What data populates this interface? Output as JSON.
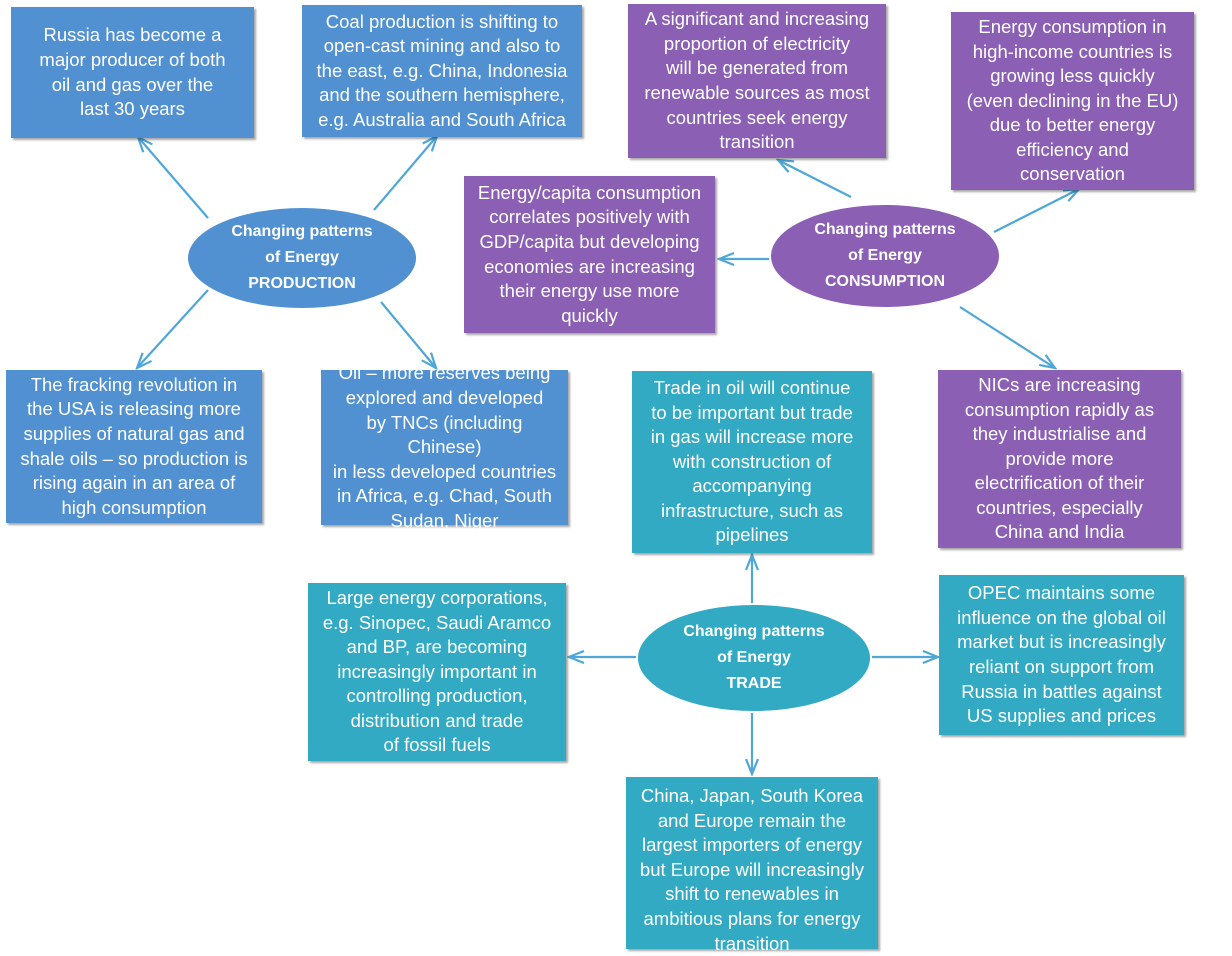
{
  "colors": {
    "production": "#5191d2",
    "consumption": "#8a5fb4",
    "trade": "#32aac4",
    "arrow": "#4fa6d8",
    "hub_border": "#ffffff"
  },
  "hubs": {
    "production": "Changing patterns\nof Energy\nPRODUCTION",
    "consumption": "Changing patterns\nof Energy\nCONSUMPTION",
    "trade": "Changing patterns\nof Energy\nTRADE"
  },
  "production_boxes": {
    "russia": "Russia has become a\nmajor producer of both\noil and gas over the\nlast 30 years",
    "coal": "Coal production is shifting to\nopen-cast mining and also to\nthe east, e.g. China, Indonesia\nand the southern hemisphere,\ne.g. Australia and South Africa",
    "fracking": "The fracking revolution in\nthe USA is releasing more\nsupplies of natural gas and\nshale oils – so production is\nrising again in an area of\nhigh consumption",
    "oil": "Oil – more reserves being\nexplored and developed\nby TNCs (including Chinese)\nin less developed countries\nin Africa, e.g. Chad, South\nSudan, Niger"
  },
  "consumption_boxes": {
    "renewables": "A significant and increasing\nproportion of electricity\nwill be generated from\nrenewable sources as most\ncountries seek energy\ntransition",
    "high_income": "Energy consumption in\nhigh-income countries is\ngrowing less quickly\n(even declining in the EU)\ndue to better energy\nefficiency and\nconservation",
    "gdp": "Energy/capita consumption\ncorrelates positively with\nGDP/capita but developing\neconomies are increasing\ntheir energy use more\nquickly",
    "nics": "NICs are increasing\nconsumption rapidly as\nthey industrialise and\nprovide more\nelectrification of their\ncountries, especially\nChina and India"
  },
  "trade_boxes": {
    "oil_gas": "Trade in oil will continue\nto be important but trade\nin gas will increase more\nwith construction of\naccompanying\ninfrastructure, such as\npipelines",
    "corporations": "Large energy corporations,\ne.g. Sinopec, Saudi Aramco\nand BP, are becoming\nincreasingly important in\ncontrolling production,\ndistribution and trade\nof fossil fuels",
    "opec": "OPEC maintains some\ninfluence on the global oil\nmarket but is increasingly\nreliant on support from\nRussia in battles against\nUS supplies and prices",
    "importers": "China, Japan, South Korea\nand Europe remain the\nlargest importers of energy\nbut Europe will increasingly\nshift to renewables in\nambitious plans for energy\ntransition"
  }
}
